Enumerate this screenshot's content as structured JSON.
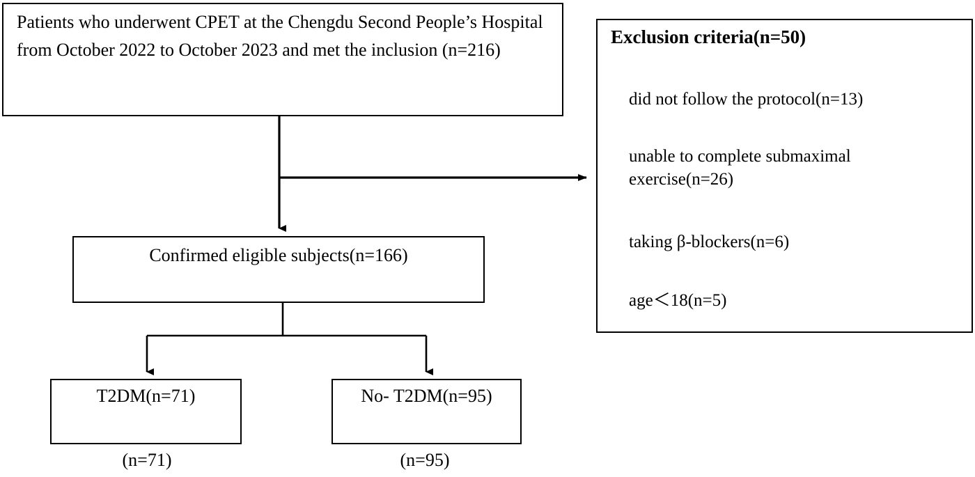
{
  "diagram": {
    "type": "study-flow-chart",
    "title": "CONSORT-style participant flow diagram",
    "stroke_color": "#000000",
    "background_color": "#ffffff"
  },
  "inclusion_box": {
    "text": "Patients who underwent CPET at the Chengdu Second People’s Hospital from October 2022 to October 2023 and met the inclusion (n=216)",
    "n": 216
  },
  "exclusion_box": {
    "title": "Exclusion criteria(n=50)",
    "n": 50,
    "items": [
      {
        "label": "did not follow the protocol(n=13)",
        "n": 13
      },
      {
        "label": "unable to complete submaximal exercise(n=26)",
        "n": 26
      },
      {
        "label": "taking β-blockers(n=6)",
        "n": 6
      },
      {
        "label": "age＜18(n=5)",
        "n": 5
      }
    ]
  },
  "eligible_box": {
    "text": "Confirmed eligible subjects(n=166)",
    "n": 166
  },
  "groups": [
    {
      "box_label": "T2DM(n=71)",
      "caption": "(n=71)",
      "n": 71
    },
    {
      "box_label": "No- T2DM(n=95)",
      "caption": "(n=95)",
      "n": 95
    }
  ]
}
